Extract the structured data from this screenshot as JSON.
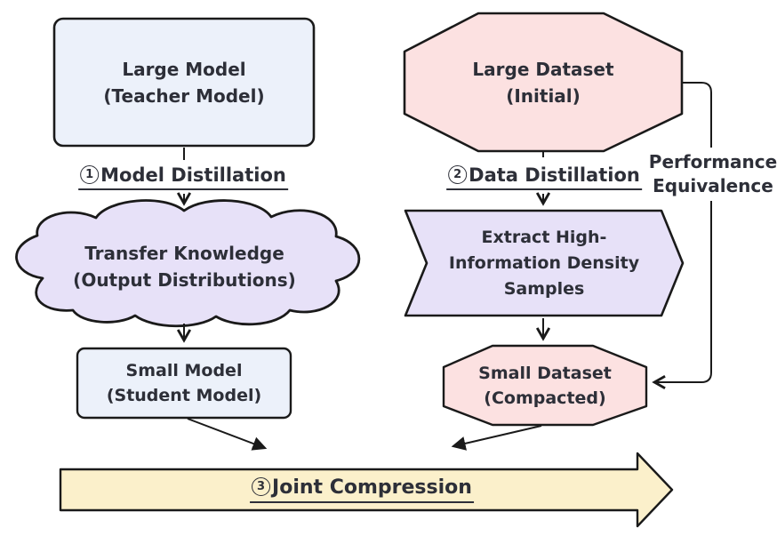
{
  "colors": {
    "box_blue": "#ECF1FA",
    "shape_pink": "#FCE1E1",
    "shape_purple": "#E7E1F8",
    "arrow_yellow": "#FBF0CB",
    "stroke": "#1A1A1A",
    "ink": "#2D2F38"
  },
  "nodes": {
    "large_model": {
      "line1": "Large Model",
      "line2": "(Teacher Model)"
    },
    "large_dataset": {
      "line1": "Large Dataset",
      "line2": "(Initial)"
    },
    "transfer_knowledge": {
      "line1": "Transfer Knowledge",
      "line2": "(Output Distributions)"
    },
    "extract_samples": {
      "line1": "Extract High-",
      "line2": "Information Density",
      "line3": "Samples"
    },
    "small_model": {
      "line1": "Small Model",
      "line2": "(Student Model)"
    },
    "small_dataset": {
      "line1": "Small Dataset",
      "line2": "(Compacted)"
    }
  },
  "labels": {
    "model_distillation": {
      "num": "1",
      "text": "Model Distillation"
    },
    "data_distillation": {
      "num": "2",
      "text": "Data Distillation"
    },
    "joint_compression": {
      "num": "3",
      "text": "Joint Compression"
    },
    "performance_equivalence": {
      "line1": "Performance",
      "line2": "Equivalence"
    }
  }
}
